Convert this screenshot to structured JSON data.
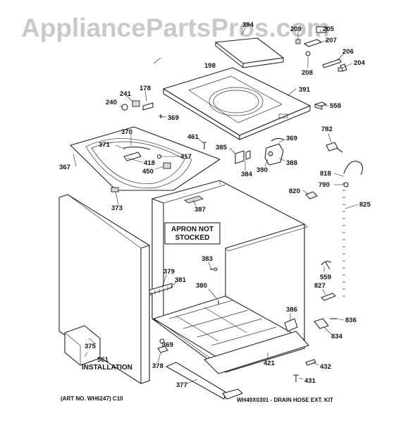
{
  "watermark": "AppliancePartsPros.com",
  "notice": {
    "line1": "APRON NOT",
    "line2": "STOCKED"
  },
  "art_no": "(ART NO. WH6247)  C10",
  "kit_note": "WH49X0301 - DRAIN HOSE EXT. KIT",
  "install_label": "INSTALLATION",
  "labels": {
    "p394": "394",
    "p209": "209",
    "p205": "205",
    "p207": "207",
    "p198": "198",
    "p208": "208",
    "p206": "206",
    "p204": "204",
    "p391": "391",
    "p241": "241",
    "p178": "178",
    "p240": "240",
    "p558": "558",
    "p369a": "369",
    "p370": "370",
    "p782": "782",
    "p461": "461",
    "p369b": "369",
    "p371": "371",
    "p417": "417",
    "p385": "385",
    "p418": "418",
    "p367": "367",
    "p450": "450",
    "p384": "384",
    "p390": "390",
    "p388": "388",
    "p818": "818",
    "p790": "790",
    "p820": "820",
    "p373": "373",
    "p387": "387",
    "p825": "825",
    "p383": "383",
    "p379": "379",
    "p381": "381",
    "p559": "559",
    "p380": "380",
    "p827": "827",
    "p386": "386",
    "p836": "836",
    "p834": "834",
    "p375": "375",
    "p369c": "369",
    "p561": "561",
    "p378": "378",
    "p432": "432",
    "p421": "421",
    "p377": "377",
    "p431": "431"
  }
}
